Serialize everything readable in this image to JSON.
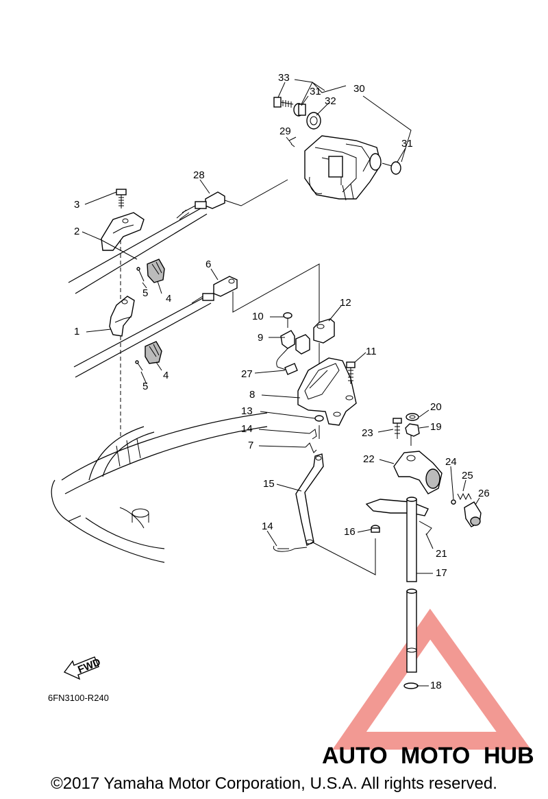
{
  "callouts": [
    "1",
    "2",
    "3",
    "4",
    "4",
    "5",
    "5",
    "6",
    "7",
    "8",
    "9",
    "10",
    "11",
    "12",
    "13",
    "14",
    "14",
    "15",
    "16",
    "17",
    "18",
    "19",
    "20",
    "21",
    "22",
    "23",
    "24",
    "25",
    "26",
    "27",
    "28",
    "29",
    "30",
    "31",
    "31",
    "32",
    "33"
  ],
  "fwd_label": "FWD",
  "diagram_code": "6FN3100-R240",
  "copyright": "©2017 Yamaha Motor Corporation, U.S.A. All rights reserved.",
  "watermark": {
    "part1": "AUTO",
    "part2": "MOTO",
    "part3": "HUB"
  },
  "colors": {
    "watermark_red": "#e8463b",
    "watermark_yellow": "#f5b533",
    "watermark_gray": "#8a8a8a"
  }
}
